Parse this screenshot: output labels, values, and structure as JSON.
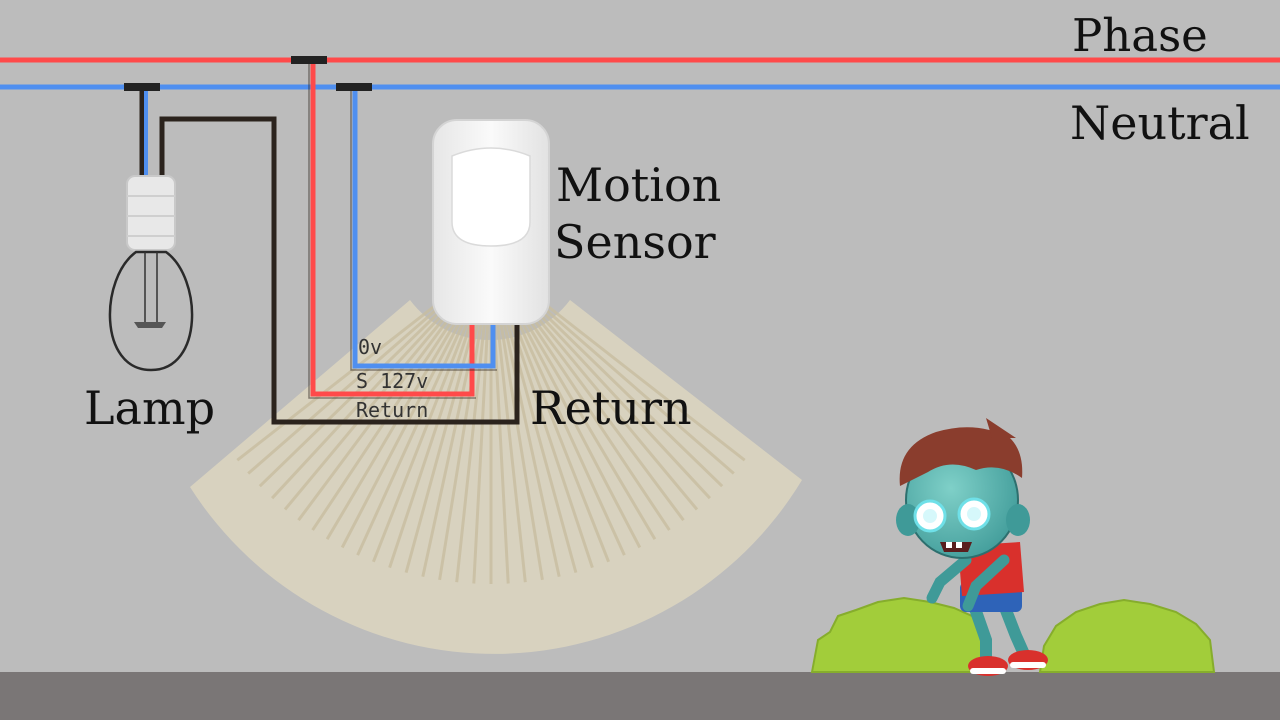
{
  "labels": {
    "phase": "Phase",
    "neutral": "Neutral",
    "motion": "Motion",
    "sensor": "Sensor",
    "lamp": "Lamp",
    "return": "Return"
  },
  "terminals": {
    "zero_volt": "0v",
    "supply": "S 127v",
    "return": "Return"
  },
  "colors": {
    "background": "#bcbcbc",
    "phase_wire": "#ff4a4a",
    "neutral_wire": "#4f8ff0",
    "return_wire": "#2b231d",
    "ground": "#7a7676",
    "detection_cone": "#ddd6c0",
    "bush": "#a2cd3a"
  },
  "icons": [
    "light-bulb-icon",
    "motion-sensor-icon",
    "zombie-character-icon",
    "bush-icon"
  ]
}
